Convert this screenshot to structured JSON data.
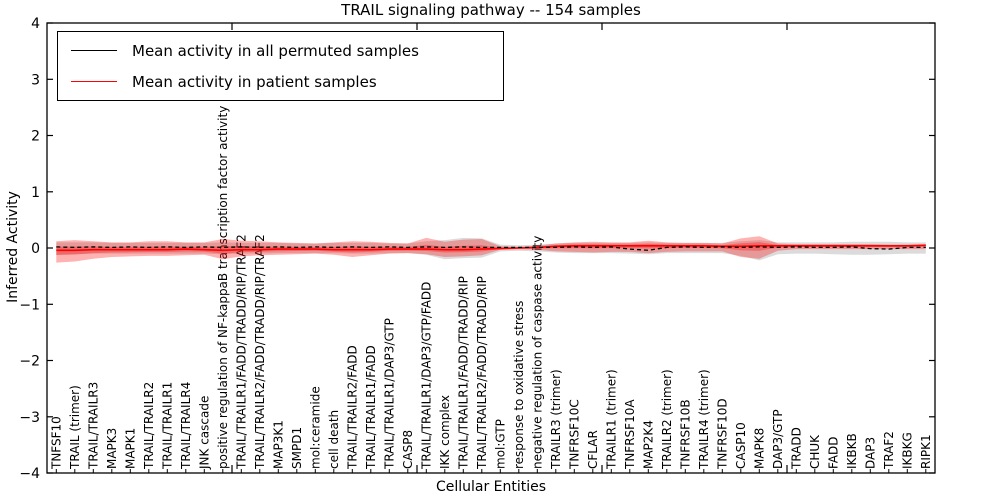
{
  "title": "TRAIL signaling pathway -- 154 samples",
  "xlabel": "Cellular Entities",
  "ylabel": "Inferred Activity",
  "chart_data": {
    "type": "line",
    "title": "TRAIL signaling pathway -- 154 samples",
    "xlabel": "Cellular Entities",
    "ylabel": "Inferred Activity",
    "ylim": [
      -4,
      4
    ],
    "grid": false,
    "legend_position": "upper left",
    "yticks": [
      {
        "v": 4,
        "label": "4"
      },
      {
        "v": 3,
        "label": "3"
      },
      {
        "v": 2,
        "label": "2"
      },
      {
        "v": 1,
        "label": "1"
      },
      {
        "v": 0,
        "label": "0"
      },
      {
        "v": -1,
        "label": "−1"
      },
      {
        "v": -2,
        "label": "−2"
      },
      {
        "v": -3,
        "label": "−3"
      },
      {
        "v": -4,
        "label": "−4"
      }
    ],
    "x_major_ticks": [
      10,
      20,
      30,
      40
    ],
    "categories": [
      "TNFSF10",
      "TRAIL (trimer)",
      "TRAIL/TRAILR3",
      "MAPK3",
      "MAPK1",
      "TRAIL/TRAILR2",
      "TRAIL/TRAILR1",
      "TRAIL/TRAILR4",
      "JNK cascade",
      "positive regulation of NF-kappaB transcription factor activity",
      "TRAIL/TRAILR1/FADD/TRADD/RIP/TRAF2",
      "TRAIL/TRAILR2/FADD/TRADD/RIP/TRAF2",
      "MAP3K1",
      "SMPD1",
      "mol:ceramide",
      "cell death",
      "TRAIL/TRAILR2/FADD",
      "TRAIL/TRAILR1/FADD",
      "TRAIL/TRAILR1/DAP3/GTP",
      "CASP8",
      "TRAIL/TRAILR1/DAP3/GTP/FADD",
      "IKK complex",
      "TRAIL/TRAILR1/FADD/TRADD/RIP",
      "TRAIL/TRAILR2/FADD/TRADD/RIP",
      "mol:GTP",
      "response to oxidative stress",
      "negative regulation of caspase activity",
      "TRAILR3 (trimer)",
      "TNFRSF10C",
      "CFLAR",
      "TRAILR1 (trimer)",
      "TNFRSF10A",
      "MAP2K4",
      "TRAILR2 (trimer)",
      "TNFRSF10B",
      "TRAILR4 (trimer)",
      "TNFRSF10D",
      "CASP10",
      "MAPK8",
      "DAP3/GTP",
      "TRADD",
      "CHUK",
      "FADD",
      "IKBKB",
      "DAP3",
      "TRAF2",
      "IKBKG",
      "RIPK1"
    ],
    "series": [
      {
        "name": "Mean activity in all permuted samples",
        "color": "#000000",
        "style": "dashed",
        "values": [
          0.02,
          0.01,
          0.02,
          0.01,
          0.02,
          0.01,
          0.02,
          0.01,
          0.02,
          0.01,
          0.02,
          0.01,
          0.02,
          0.01,
          0.02,
          0.01,
          0.02,
          0.01,
          0.02,
          0.01,
          0.02,
          0.01,
          0.02,
          0.01,
          0.01,
          0.01,
          0.01,
          0.01,
          0.02,
          0.01,
          0.02,
          -0.02,
          -0.04,
          0.01,
          0.02,
          0.01,
          0.02,
          0.01,
          0.02,
          0.01,
          0.02,
          0.01,
          0.01,
          0.02,
          -0.01,
          -0.02,
          0.01,
          0.01
        ]
      },
      {
        "name": "Mean activity in patient samples",
        "color": "#ff0000",
        "style": "solid",
        "values": [
          -0.04,
          -0.04,
          -0.03,
          -0.03,
          -0.03,
          -0.03,
          -0.03,
          -0.02,
          -0.03,
          -0.04,
          -0.03,
          -0.03,
          -0.02,
          -0.02,
          -0.02,
          -0.03,
          -0.03,
          -0.03,
          -0.02,
          -0.02,
          -0.02,
          -0.03,
          -0.03,
          -0.02,
          -0.01,
          0.0,
          0.01,
          0.03,
          0.04,
          0.04,
          0.04,
          0.04,
          0.04,
          0.04,
          0.04,
          0.04,
          0.03,
          0.03,
          0.04,
          0.04,
          0.04,
          0.04,
          0.04,
          0.04,
          0.04,
          0.04,
          0.04,
          0.05
        ]
      }
    ],
    "bands": [
      {
        "name": "permuted-samples-range",
        "color": "rgba(125,125,125,0.28)",
        "upper": [
          0.1,
          0.1,
          0.1,
          0.09,
          0.09,
          0.09,
          0.09,
          0.09,
          0.09,
          0.1,
          0.09,
          0.09,
          0.09,
          0.08,
          0.08,
          0.09,
          0.09,
          0.09,
          0.08,
          0.08,
          0.12,
          0.14,
          0.18,
          0.17,
          0.06,
          0.05,
          0.06,
          0.08,
          0.09,
          0.09,
          0.09,
          0.09,
          0.1,
          0.09,
          0.09,
          0.09,
          0.09,
          0.12,
          0.14,
          0.1,
          0.1,
          0.1,
          0.1,
          0.11,
          0.11,
          0.11,
          0.1,
          0.1
        ],
        "lower": [
          -0.12,
          -0.11,
          -0.1,
          -0.1,
          -0.1,
          -0.1,
          -0.1,
          -0.1,
          -0.1,
          -0.11,
          -0.1,
          -0.1,
          -0.09,
          -0.09,
          -0.09,
          -0.09,
          -0.1,
          -0.1,
          -0.09,
          -0.09,
          -0.12,
          -0.2,
          -0.18,
          -0.17,
          -0.06,
          -0.05,
          -0.06,
          -0.08,
          -0.09,
          -0.09,
          -0.09,
          -0.1,
          -0.11,
          -0.09,
          -0.09,
          -0.09,
          -0.09,
          -0.14,
          -0.22,
          -0.11,
          -0.1,
          -0.1,
          -0.11,
          -0.12,
          -0.12,
          -0.11,
          -0.1,
          -0.1
        ]
      },
      {
        "name": "patient-samples-range",
        "color": "rgba(255,0,0,0.30)",
        "inner_scale": 0.38,
        "upper": [
          0.12,
          0.14,
          0.12,
          0.1,
          0.1,
          0.12,
          0.12,
          0.1,
          0.1,
          0.16,
          0.13,
          0.12,
          0.1,
          0.09,
          0.08,
          0.1,
          0.12,
          0.11,
          0.09,
          0.08,
          0.18,
          0.11,
          0.15,
          0.16,
          0.03,
          0.02,
          0.04,
          0.08,
          0.1,
          0.11,
          0.1,
          0.1,
          0.13,
          0.1,
          0.09,
          0.09,
          0.08,
          0.17,
          0.21,
          0.08,
          0.07,
          0.07,
          0.07,
          0.07,
          0.07,
          0.06,
          0.06,
          0.06
        ],
        "lower": [
          -0.26,
          -0.24,
          -0.19,
          -0.16,
          -0.15,
          -0.14,
          -0.14,
          -0.13,
          -0.12,
          -0.2,
          -0.15,
          -0.13,
          -0.12,
          -0.11,
          -0.1,
          -0.12,
          -0.16,
          -0.13,
          -0.1,
          -0.09,
          -0.11,
          -0.16,
          -0.15,
          -0.13,
          -0.03,
          -0.02,
          -0.03,
          -0.06,
          -0.07,
          -0.08,
          -0.07,
          -0.07,
          -0.09,
          -0.07,
          -0.06,
          -0.06,
          -0.06,
          -0.16,
          -0.19,
          -0.05,
          -0.02,
          -0.02,
          -0.02,
          -0.02,
          -0.02,
          -0.02,
          -0.02,
          -0.02
        ]
      }
    ]
  }
}
